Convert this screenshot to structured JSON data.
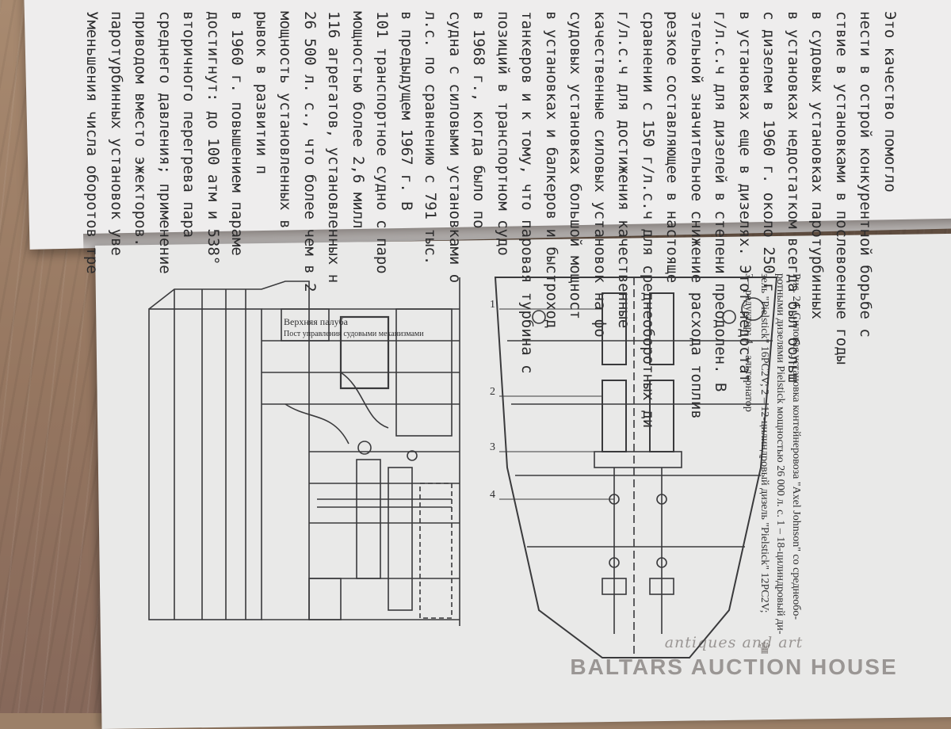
{
  "book_text": {
    "lines": [
      "Это    качество    помогло",
      "нести в острой конкурентной борьбе с",
      "ствие в установками в послевоенные годы",
      "в судовых установках паротурбинных",
      "в установках недостатком всегда был больш",
      "с дизелем в 1960 г. около 250 г",
      "в установках еще в дизелях. Этот недостат",
      "г/л.с.ч для дизелей в степени преодолен. В",
      "этельной значительное снижение расхода топлив",
      "резкое составляющее в настояще",
      "сравнении с 150 г/л.с.ч для среднеоборотных ди",
      "г/л.с.ч для достижения качественные",
      "качественные силовых установок на фо",
      "судовых установках большой мощност",
      "в установках и балкеров и быстроход",
      "танкеров и к тому, что паровая турбина с",
      "позиций в транспортном судо",
      "в 1968 г., когда было по",
      "судна с силовыми установками о",
      "л.с. по сравнению с 791 тыс.",
      "в предыдущем 1967 г. В",
      "101 транспортное судно с паро",
      "мощностью более 2,6 милл",
      "116 агрегатов, установленных н",
      "26 500 л. с., что более чем в 2",
      "мощность установленных в",
      "рывок в развитии п",
      "в 1960 г. повышением параме",
      "достигнут: до 100 атм и 538°",
      "вторичного перегрева пара",
      "среднего давления; применение",
      "приводом вместо эжекторов.",
      "паротурбинных установок уве",
      "Уменьшения числа оборотов тре"
    ]
  },
  "figure": {
    "deck_label_1": "Верхняя палуба",
    "deck_label_2": "Пост управления судовыми механизмами",
    "callouts": [
      "1",
      "2",
      "3",
      "4"
    ]
  },
  "caption": {
    "lines": [
      "Рис. 24. Силовая установка контейнеровоза \"Axel Johnson\" со среднеобо-",
      "ротными дизелями Pielstick мощностью 26 000 л. с. 1 – 18-цилиндровый ди-",
      "зель \"Pielstick\" 16PC2V; 2 – 12-цилиндровый дизель \"Pielstick\" 12PC2V;",
      "3 – редуктор; 4 – альтернатор"
    ]
  },
  "watermark": {
    "sub": "antiques and art",
    "main": "BALTARS AUCTION HOUSE"
  },
  "colors": {
    "paper": "#eeeded",
    "ink": "#2b2b2c",
    "wood": "#9c8068"
  }
}
